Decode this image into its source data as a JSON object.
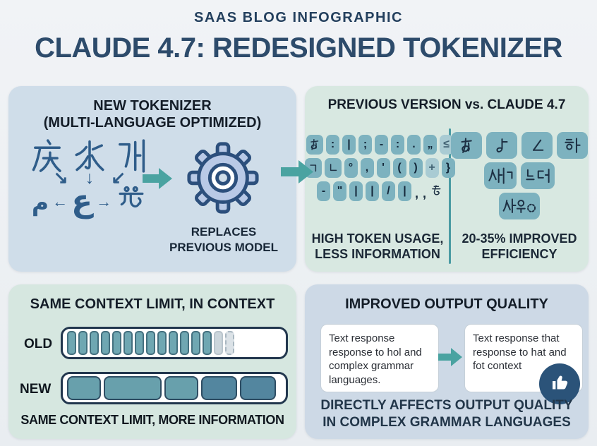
{
  "header": {
    "kicker": "SAAS BLOG INFOGRAPHIC",
    "title": "CLAUDE 4.7: REDESIGNED TOKENIZER"
  },
  "icons": {
    "flow_arrow": "right-block-arrow",
    "gear": "gear",
    "thumbs_up": "thumbs-up",
    "arrow_down": "↓",
    "arrow_down_right": "↘",
    "arrow_down_left": "↙",
    "arrow_left": "←",
    "arrow_right": "→",
    "dotted_circle": "◌"
  },
  "colors": {
    "accent_teal": "#4aa3a1",
    "panel_blue": "#cfdde9",
    "panel_mint": "#d8e8e1",
    "navy_title": "#2d4b6b",
    "tile_teal": "#7db2bf",
    "old_segment_teal": "#6fa7b2",
    "new_segment_blue": "#53869f",
    "thumb_circle_navy": "#2b5379",
    "glyph_steel_blue": "#2f5d8a"
  },
  "new_tokenizer": {
    "title_line1": "NEW TOKENIZER",
    "title_line2": "(MULTI-LANGUAGE OPTIMIZED)",
    "source_chars": [
      "庆",
      "水",
      "게"
    ],
    "target_chars": [
      "م",
      "ع",
      "ཧ"
    ],
    "caption_line1": "REPLACES",
    "caption_line2": "PREVIOUS MODEL"
  },
  "comparison": {
    "title": "PREVIOUS VERSION vs. CLAUDE 4.7",
    "old_tokens": {
      "row1": [
        "あ",
        ":",
        "|",
        ";",
        "-",
        ":",
        ".",
        "„",
        "≤"
      ],
      "row2": [
        "ㄱ",
        "ㄴ",
        "°",
        ",",
        "'",
        "(",
        ")",
        "+",
        "}"
      ],
      "row3": [
        "-",
        "\"",
        "|",
        "|",
        "/",
        "|"
      ],
      "row3_tail": [
        ",",
        ",",
        "ち"
      ]
    },
    "light_tokens": [
      "≤",
      "+"
    ],
    "new_tokens": {
      "row1": [
        "あ",
        "よ",
        "∠",
        "하"
      ],
      "row2": [
        "세ㄱ",
        "느더"
      ],
      "row3": [
        "사우◌"
      ]
    },
    "old_caption_line1": "HIGH TOKEN USAGE,",
    "old_caption_line2": "LESS INFORMATION",
    "new_caption_line1": "20-35% IMPROVED",
    "new_caption_line2": "EFFICIENCY"
  },
  "context": {
    "title": "SAME CONTEXT LIMIT, IN CONTEXT",
    "old_label": "OLD",
    "new_label": "NEW",
    "old_bar": {
      "filled_segments": 13,
      "faded_segments": 1,
      "dashed_segments": 1
    },
    "new_bar": {
      "segments": [
        {
          "width": 44,
          "tone": "teal"
        },
        {
          "width": 78,
          "tone": "teal"
        },
        {
          "width": 44,
          "tone": "teal"
        },
        {
          "width": 47,
          "tone": "blue"
        },
        {
          "width": 47,
          "tone": "blue"
        }
      ]
    },
    "caption": "SAME CONTEXT LIMIT, MORE INFORMATION"
  },
  "quality": {
    "title": "IMPROVED OUTPUT QUALITY",
    "card_before": "Text response response to hol and complex grammar languages.",
    "card_after": "Text response that response to hat and fot context",
    "caption_line1": "DIRECTLY AFFECTS OUTPUT QUALITY",
    "caption_line2": "IN COMPLEX GRAMMAR LANGUAGES"
  }
}
